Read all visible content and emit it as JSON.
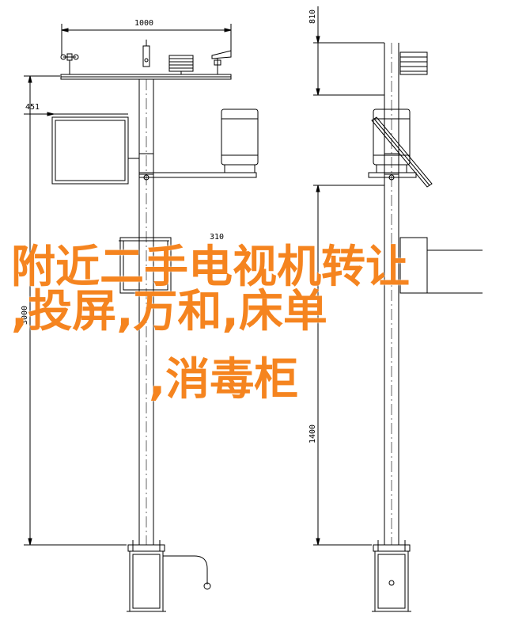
{
  "drawing": {
    "dimensions": {
      "top_width": "1000",
      "right_top_height": "810",
      "panel_label": "451",
      "box_width": "310",
      "total_height": "3000",
      "lower_height": "1400"
    }
  },
  "headline": {
    "line1": "附近二手电视机转让",
    "line2": ",投屏,万和,床单",
    "line3": ",消毒柜"
  },
  "colors": {
    "headline": "#f5841f",
    "ink": "#000000"
  }
}
